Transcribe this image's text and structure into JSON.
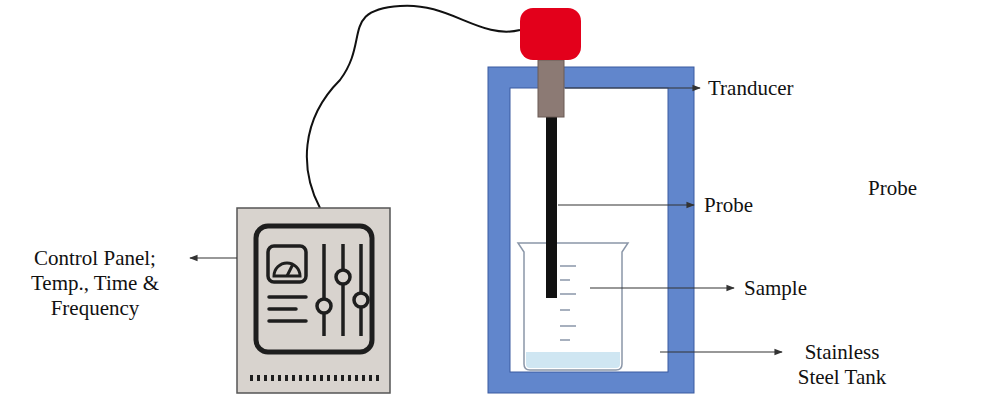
{
  "diagram": {
    "labels": [
      "Tranducer",
      "Probe",
      "Probe",
      "Sample",
      "Control Panel; Temp., Time & Frequency",
      "Stainless Steel Tank"
    ]
  }
}
